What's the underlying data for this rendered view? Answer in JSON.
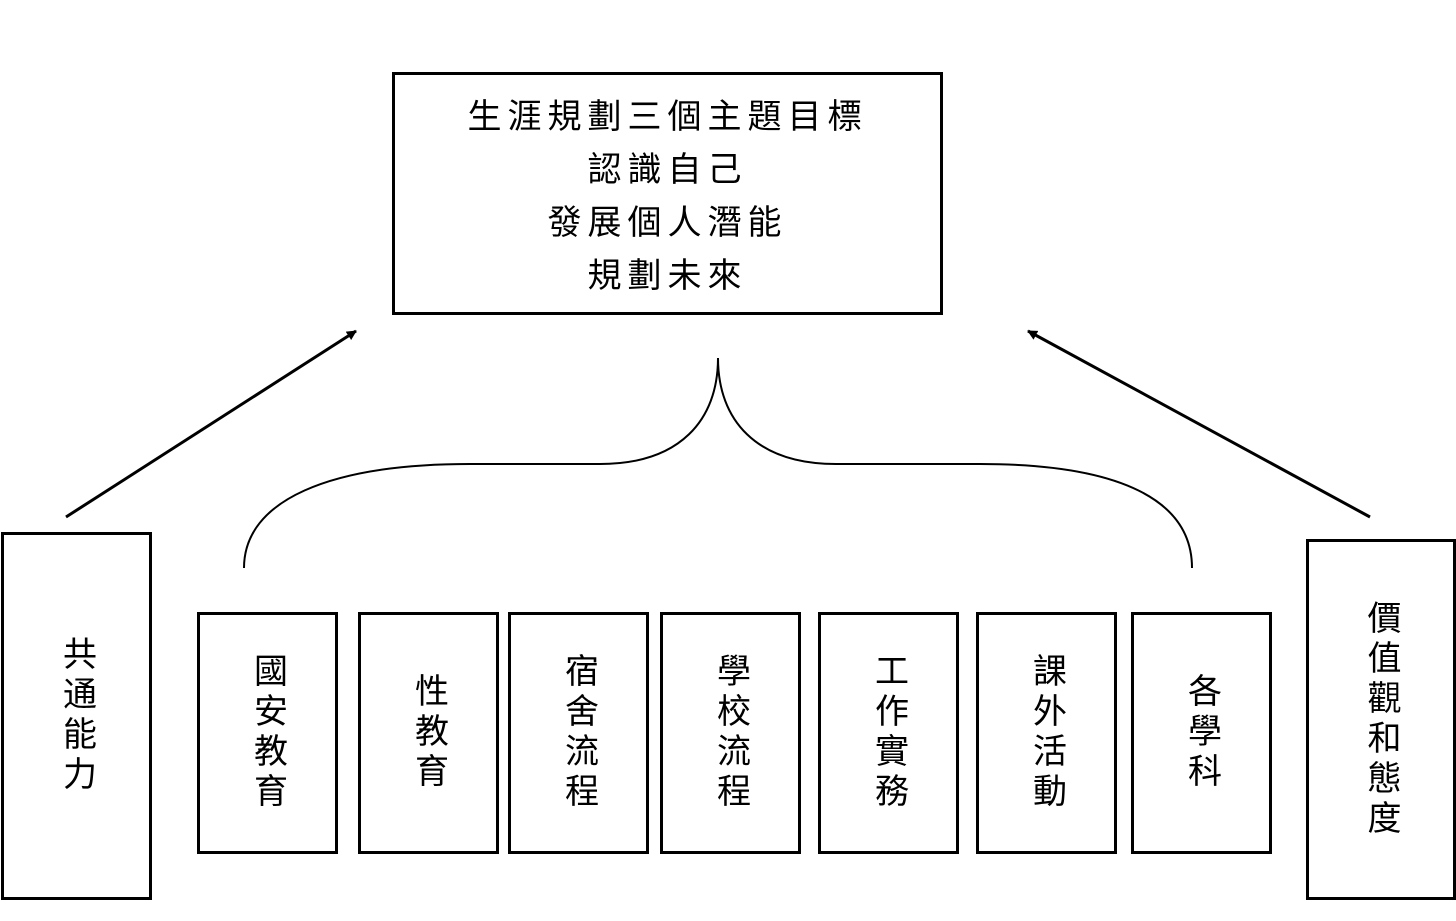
{
  "goal": {
    "lines": [
      "生涯規劃三個主題目標",
      "認識自己",
      "發展個人潛能",
      "規劃未來"
    ]
  },
  "left_box": {
    "label": "共通能力"
  },
  "right_box": {
    "label": "價值觀和態度"
  },
  "topics": [
    "國安教育",
    "性教育",
    "宿舍流程",
    "學校流程",
    "工作實務",
    "課外活動",
    "各學科"
  ]
}
